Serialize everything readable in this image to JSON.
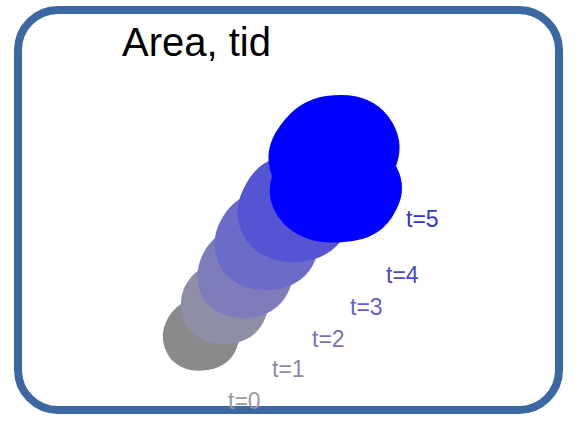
{
  "diagram": {
    "title": "Area, tid",
    "labels": [
      "t=5",
      "t=4",
      "t=3",
      "t=2",
      "t=1",
      "t=0"
    ]
  }
}
